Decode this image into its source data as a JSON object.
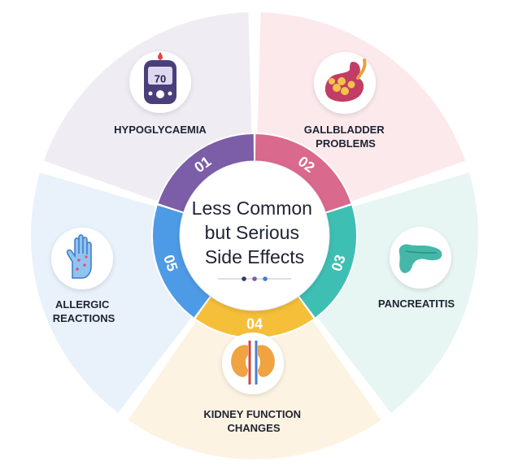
{
  "center": {
    "title_lines": [
      "Less Common",
      "but Serious",
      "Side Effects"
    ]
  },
  "segments": [
    {
      "number": "01",
      "label_lines": [
        "HYPOGLYCAEMIA"
      ],
      "icon": "glucose-meter-icon",
      "ring_color": "#7b5ea7",
      "bg_color": "#efecf3",
      "glucose_reading": "70"
    },
    {
      "number": "02",
      "label_lines": [
        "GALLBLADDER",
        "PROBLEMS"
      ],
      "icon": "gallbladder-icon",
      "ring_color": "#d9698d",
      "bg_color": "#fbe9ec"
    },
    {
      "number": "03",
      "label_lines": [
        "PANCREATITIS"
      ],
      "icon": "pancreas-icon",
      "ring_color": "#3ebfb4",
      "bg_color": "#e7f5f3"
    },
    {
      "number": "04",
      "label_lines": [
        "KIDNEY FUNCTION",
        "CHANGES"
      ],
      "icon": "kidneys-icon",
      "ring_color": "#f6bf3a",
      "bg_color": "#fdf3e2"
    },
    {
      "number": "05",
      "label_lines": [
        "ALLERGIC",
        "REACTIONS"
      ],
      "icon": "allergic-hand-icon",
      "ring_color": "#4d9be6",
      "bg_color": "#e9f1fa"
    }
  ],
  "colors": {
    "divider_dots": [
      "#2f3a5e",
      "#7b5ea7",
      "#3f7fd0"
    ]
  }
}
